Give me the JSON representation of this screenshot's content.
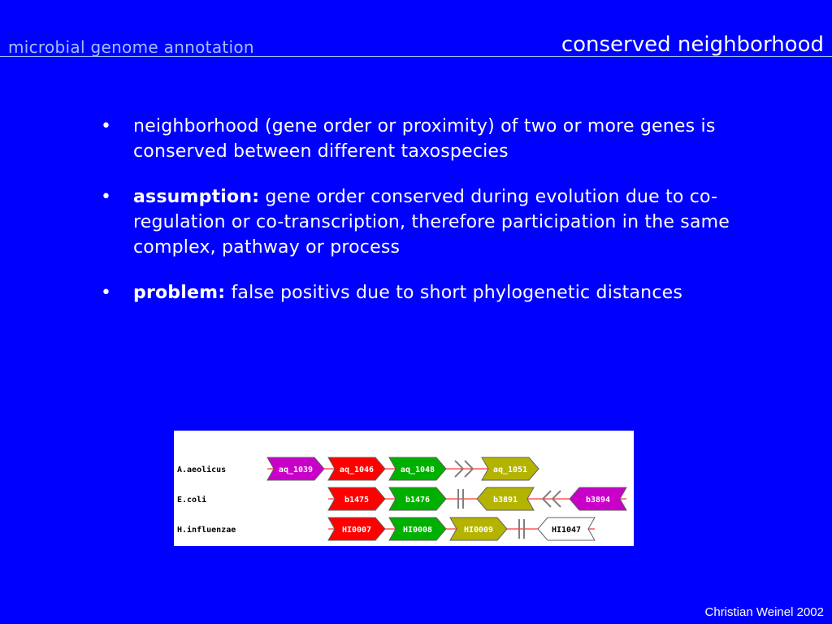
{
  "header": {
    "left_title": "microbial genome annotation",
    "right_title": "conserved neighborhood"
  },
  "bullets": [
    {
      "bold": "",
      "text": "neighborhood (gene order or proximity) of two or more genes is conserved between different taxospecies"
    },
    {
      "bold": "assumption:",
      "text": " gene order conserved during evolution due to co-regulation or co-transcription, therefore participation in the same complex, pathway or process"
    },
    {
      "bold": "problem:",
      "text": " false positivs due to short phylogenetic distances"
    }
  ],
  "bullet_glyph": "•",
  "figure": {
    "rows": [
      {
        "organism": "A.aeolicus",
        "genes": [
          {
            "label": "aq_1039",
            "color": "#C800C8",
            "dir": "right"
          },
          {
            "label": "aq_1046",
            "color": "#FF0000",
            "dir": "right"
          },
          {
            "label": "aq_1048",
            "color": "#00B000",
            "dir": "right"
          },
          {
            "label": "",
            "color": "#FFFFFF",
            "dir": "right",
            "type": "chevron"
          },
          {
            "label": "aq_1051",
            "color": "#B4B400",
            "dir": "right"
          }
        ]
      },
      {
        "organism": "E.coli",
        "genes": [
          {
            "label": "b1475",
            "color": "#FF0000",
            "dir": "right"
          },
          {
            "label": "b1476",
            "color": "#00B000",
            "dir": "right"
          },
          {
            "label": "",
            "color": "#FFFFFF",
            "dir": "right",
            "type": "break"
          },
          {
            "label": "b3891",
            "color": "#B4B400",
            "dir": "left"
          },
          {
            "label": "",
            "color": "#FFFFFF",
            "dir": "left",
            "type": "chevron"
          },
          {
            "label": "b3894",
            "color": "#C800C8",
            "dir": "left"
          }
        ]
      },
      {
        "organism": "H.influenzae",
        "genes": [
          {
            "label": "HI0007",
            "color": "#FF0000",
            "dir": "right"
          },
          {
            "label": "HI0008",
            "color": "#00B000",
            "dir": "right"
          },
          {
            "label": "HI0009",
            "color": "#B4B400",
            "dir": "right"
          },
          {
            "label": "",
            "color": "#FFFFFF",
            "dir": "right",
            "type": "break"
          },
          {
            "label": "HI1047",
            "color": "#FFFFFF",
            "dir": "left"
          }
        ]
      }
    ]
  },
  "footer": {
    "credit": "Christian Weinel 2002"
  }
}
